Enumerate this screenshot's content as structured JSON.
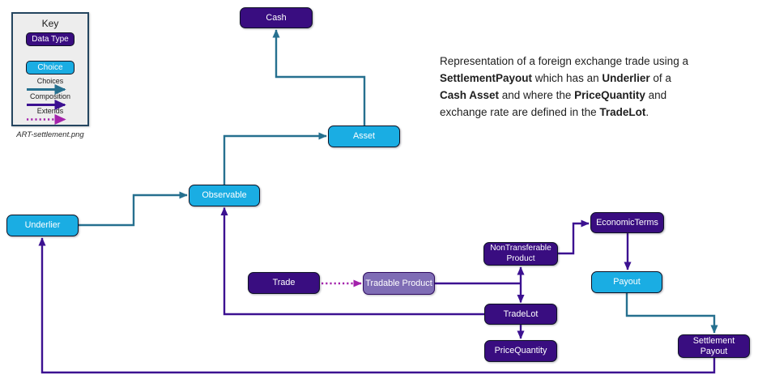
{
  "key": {
    "title": "Key",
    "data_type_label": "Data Type",
    "choice_label": "Choice",
    "legend": {
      "choices": "Choices",
      "composition": "Composition",
      "extends": "Extends"
    },
    "caption": "ART-settlement.png"
  },
  "description": {
    "lines": [
      [
        {
          "text": "Representation of a foreign exchange trade using a",
          "bold": false
        }
      ],
      [
        {
          "text": "SettlementPayout",
          "bold": true
        },
        {
          "text": " which has an ",
          "bold": false
        },
        {
          "text": "Underlier",
          "bold": true
        },
        {
          "text": " of a",
          "bold": false
        }
      ],
      [
        {
          "text": "Cash Asset",
          "bold": true
        },
        {
          "text": " and where the ",
          "bold": false
        },
        {
          "text": "PriceQuantity",
          "bold": true
        },
        {
          "text": " and",
          "bold": false
        }
      ],
      [
        {
          "text": "exchange rate are defined in the ",
          "bold": false
        },
        {
          "text": "TradeLot",
          "bold": true
        },
        {
          "text": ".",
          "bold": false
        }
      ]
    ]
  },
  "nodes": {
    "cash": {
      "label": "Cash",
      "kind": "data-type"
    },
    "asset": {
      "label": "Asset",
      "kind": "choice"
    },
    "observable": {
      "label": "Observable",
      "kind": "choice"
    },
    "underlier": {
      "label": "Underlier",
      "kind": "choice"
    },
    "trade": {
      "label": "Trade",
      "kind": "data-type"
    },
    "tradable_product": {
      "label": "Tradable Product",
      "kind": "data-type-extended"
    },
    "nontransferable_product": {
      "label": "NonTransferable Product",
      "kind": "data-type"
    },
    "tradelot": {
      "label": "TradeLot",
      "kind": "data-type"
    },
    "pricequantity": {
      "label": "PriceQuantity",
      "kind": "data-type"
    },
    "economicterms": {
      "label": "EconomicTerms",
      "kind": "data-type"
    },
    "payout": {
      "label": "Payout",
      "kind": "choice"
    },
    "settlement_payout": {
      "label": "Settlement Payout",
      "kind": "data-type"
    }
  },
  "edges": [
    {
      "from": "Asset",
      "to": "Cash",
      "relation": "Choices"
    },
    {
      "from": "Observable",
      "to": "Asset",
      "relation": "Choices"
    },
    {
      "from": "Underlier",
      "to": "Observable",
      "relation": "Choices"
    },
    {
      "from": "Payout",
      "to": "Settlement Payout",
      "relation": "Choices"
    },
    {
      "from": "EconomicTerms",
      "to": "Payout",
      "relation": "Composition"
    },
    {
      "from": "NonTransferable Product",
      "to": "EconomicTerms",
      "relation": "Composition"
    },
    {
      "from": "Tradable Product",
      "to": "NonTransferable Product",
      "relation": "Composition"
    },
    {
      "from": "Tradable Product",
      "to": "TradeLot",
      "relation": "Composition"
    },
    {
      "from": "TradeLot",
      "to": "PriceQuantity",
      "relation": "Composition"
    },
    {
      "from": "TradeLot",
      "to": "Observable",
      "relation": "Composition"
    },
    {
      "from": "Settlement Payout",
      "to": "Underlier",
      "relation": "Composition"
    },
    {
      "from": "Trade",
      "to": "Tradable Product",
      "relation": "Extends"
    }
  ],
  "colors": {
    "data_type_fill": "#390d80",
    "choice_fill": "#1aade3",
    "extended_data_type_fill": "#7f6db5",
    "choices_line": "#26708f",
    "composition_line": "#3c1191",
    "extends_line": "#a322ab",
    "key_background": "#ededed",
    "key_border": "#24455f"
  }
}
